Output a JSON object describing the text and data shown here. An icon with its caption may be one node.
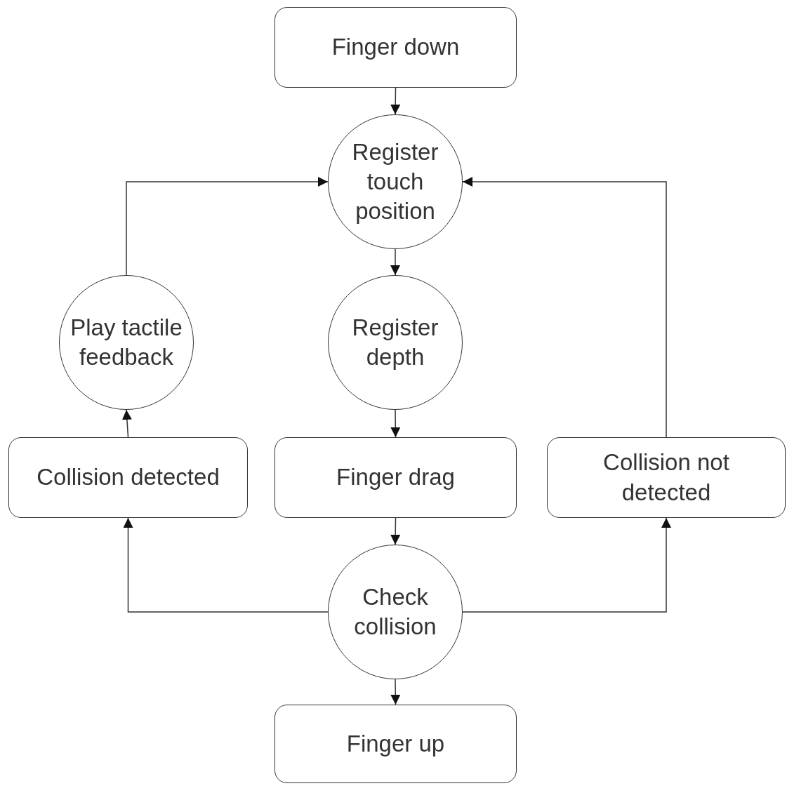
{
  "diagram": {
    "nodes": [
      {
        "text": [
          "Finger down"
        ]
      },
      {
        "text": [
          "Register touch position"
        ]
      },
      {
        "text": [
          "Play tactile feedback"
        ]
      },
      {
        "text": [
          "Register depth"
        ]
      },
      {
        "text": [
          "Collision detected"
        ]
      },
      {
        "text": [
          "Finger drag"
        ]
      },
      {
        "text": [
          "Collision not detected"
        ]
      },
      {
        "text": [
          "Check collision"
        ]
      },
      {
        "text": [
          "Finger up"
        ]
      }
    ],
    "edges": [
      {
        "from": 0,
        "to": 1,
        "arrow": "to"
      },
      {
        "from": 1,
        "to": 3,
        "arrow": "to"
      },
      {
        "from": 3,
        "to": 5,
        "arrow": "to"
      },
      {
        "from": 5,
        "to": 7,
        "arrow": "to"
      },
      {
        "from": 7,
        "to": 8,
        "arrow": "to"
      },
      {
        "from": 7,
        "to": 4,
        "arrow": "to"
      },
      {
        "from": 7,
        "to": 6,
        "arrow": "to"
      },
      {
        "from": 4,
        "to": 2,
        "arrow": "to"
      },
      {
        "from": 2,
        "to": 1,
        "arrow": "to"
      },
      {
        "from": 6,
        "to": 1,
        "arrow": "to"
      }
    ]
  }
}
